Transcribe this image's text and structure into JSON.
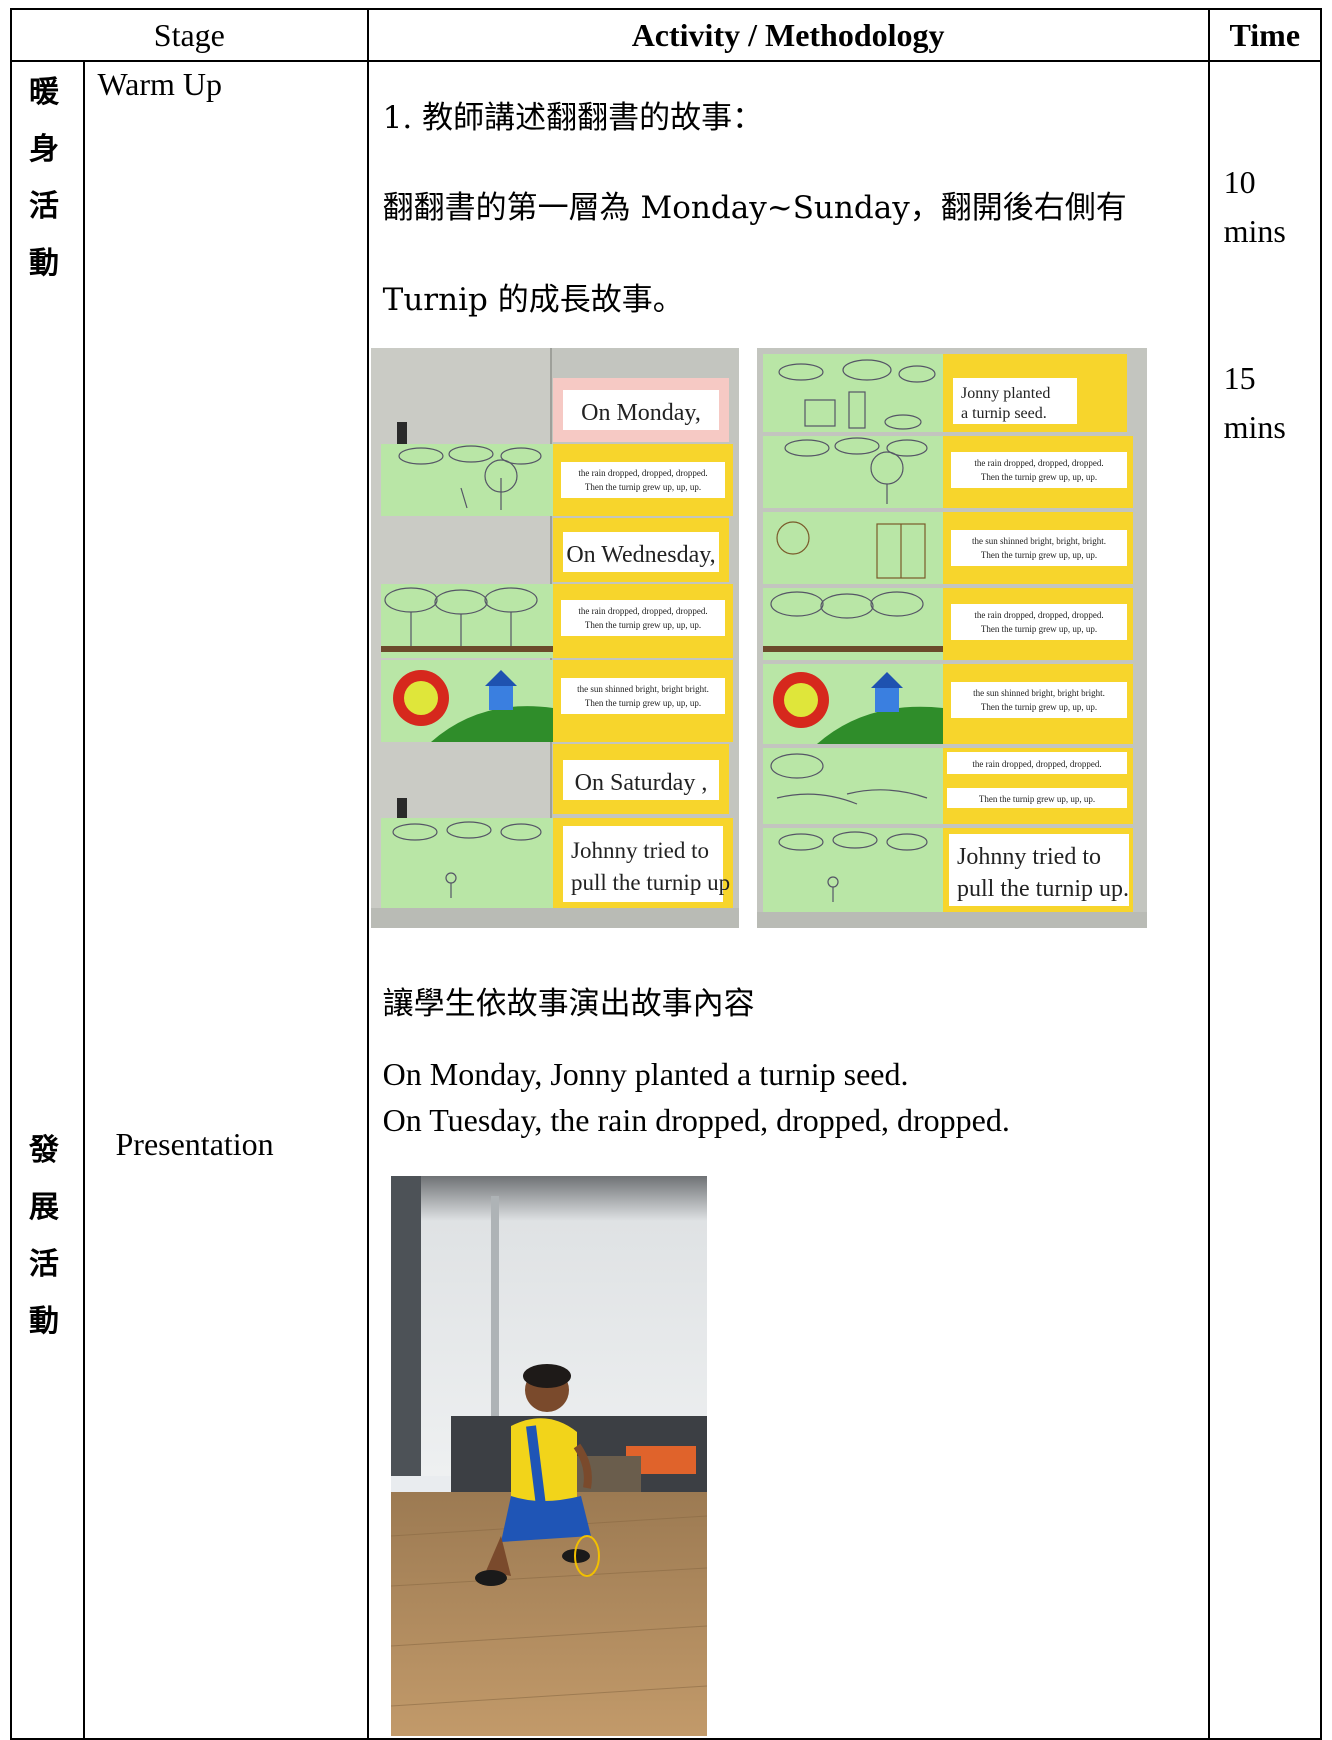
{
  "header": {
    "stage": "Stage",
    "activity": "Activity / Methodology",
    "time": "Time"
  },
  "warmup": {
    "cn_chars": [
      "暖",
      "身",
      "活",
      "動"
    ],
    "label": "Warm Up",
    "line1": "1. 教師講述翻翻書的故事：",
    "line2": "翻翻書的第一層為 Monday~Sunday，翻開後右側有",
    "line3": "Turnip 的成長故事。"
  },
  "time": {
    "t1": [
      "10",
      "mins"
    ],
    "t2": [
      "15",
      "mins"
    ]
  },
  "photo_left": {
    "cards": [
      "On Monday,",
      "the rain dropped, dropped, dropped.",
      "Then the turnip grew up, up, up.",
      "On Wednesday,",
      "the rain dropped, dropped, dropped.",
      "Then the turnip grew up, up, up.",
      "the sun shinned bright, bright bright.",
      "Then the turnip grew up, up, up.",
      "On Saturday ,",
      "Johnny tried to",
      "pull the turnip up"
    ]
  },
  "photo_right": {
    "cards": [
      "Jonny planted",
      "a turnip seed.",
      "the rain dropped, dropped, dropped.",
      "Then the turnip grew up, up, up.",
      "the sun shinned bright, bright, bright.",
      "Then the turnip grew up, up, up.",
      "the rain dropped, dropped, dropped.",
      "Then the turnip grew up, up, up.",
      "the sun shinned bright, bright bright.",
      "Then the turnip grew up, up, up.",
      "the rain dropped, dropped, dropped.",
      "Then the turnip grew up, up, up.",
      "Johnny tried to",
      "pull the turnip up."
    ]
  },
  "presentation": {
    "cn_chars": [
      "發",
      "展",
      "活",
      "動"
    ],
    "label": "Presentation",
    "instruction": "讓學生依故事演出故事內容",
    "lines": [
      "On Monday, Jonny planted a turnip seed.",
      "On Tuesday, the rain dropped, dropped, dropped."
    ]
  },
  "colors": {
    "border": "#000000",
    "top_cut_text": "#2b3bd0",
    "card_yellow": "#f7d52c",
    "card_green": "#b9e6a6",
    "card_pink": "#f6c9c4"
  }
}
